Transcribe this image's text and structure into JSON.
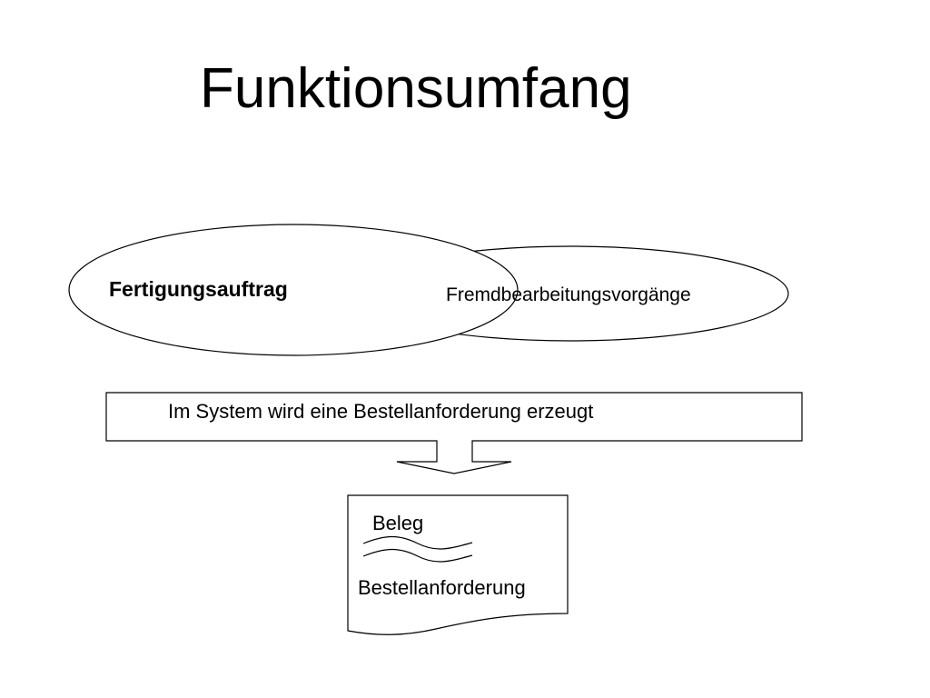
{
  "title": "Funktionsumfang",
  "ellipses": {
    "primary": "Fertigungsauftrag",
    "secondary": "Fremdbearbeitungsvorgänge"
  },
  "process_box": {
    "text": "Im System wird eine Bestellanforderung erzeugt"
  },
  "document": {
    "type": "Beleg",
    "name": "Bestellanforderung"
  },
  "colors": {
    "stroke": "#000000",
    "fill": "#ffffff",
    "text": "#000000"
  }
}
